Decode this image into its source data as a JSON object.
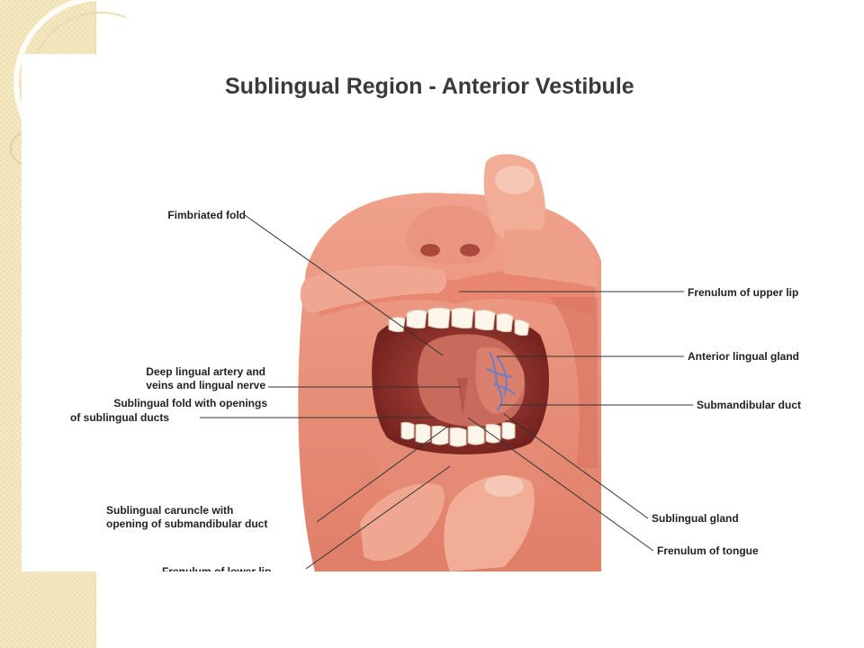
{
  "slide": {
    "title": "Sublingual Region - Anterior Vestibule"
  },
  "labels": {
    "fimbriated_fold": "Fimbriated fold",
    "deep_lingual_line1": "Deep lingual artery and",
    "deep_lingual_line2": "veins and lingual nerve",
    "sublingual_fold_line1": "Sublingual fold with openings",
    "sublingual_fold_line2": "of sublingual ducts",
    "caruncle_line1": "Sublingual caruncle with",
    "caruncle_line2": "opening of submandibular duct",
    "frenulum_lower_lip_partial": "Frenulum of lower lip",
    "frenulum_upper_lip": "Frenulum of upper lip",
    "anterior_lingual_gland": "Anterior lingual gland",
    "submandibular_duct": "Submandibular duct",
    "sublingual_gland": "Sublingual gland",
    "frenulum_of_tongue": "Frenulum of tongue"
  },
  "colors": {
    "sidebar": "#f5e9c2",
    "skin": "#e8907a",
    "skin_dark": "#c8614f",
    "mouth_interior": "#8e2e2a",
    "tongue": "#c86a5c",
    "teeth": "#fbf5ea",
    "vessels": "#6a7fc8",
    "leader_line": "#333333"
  }
}
